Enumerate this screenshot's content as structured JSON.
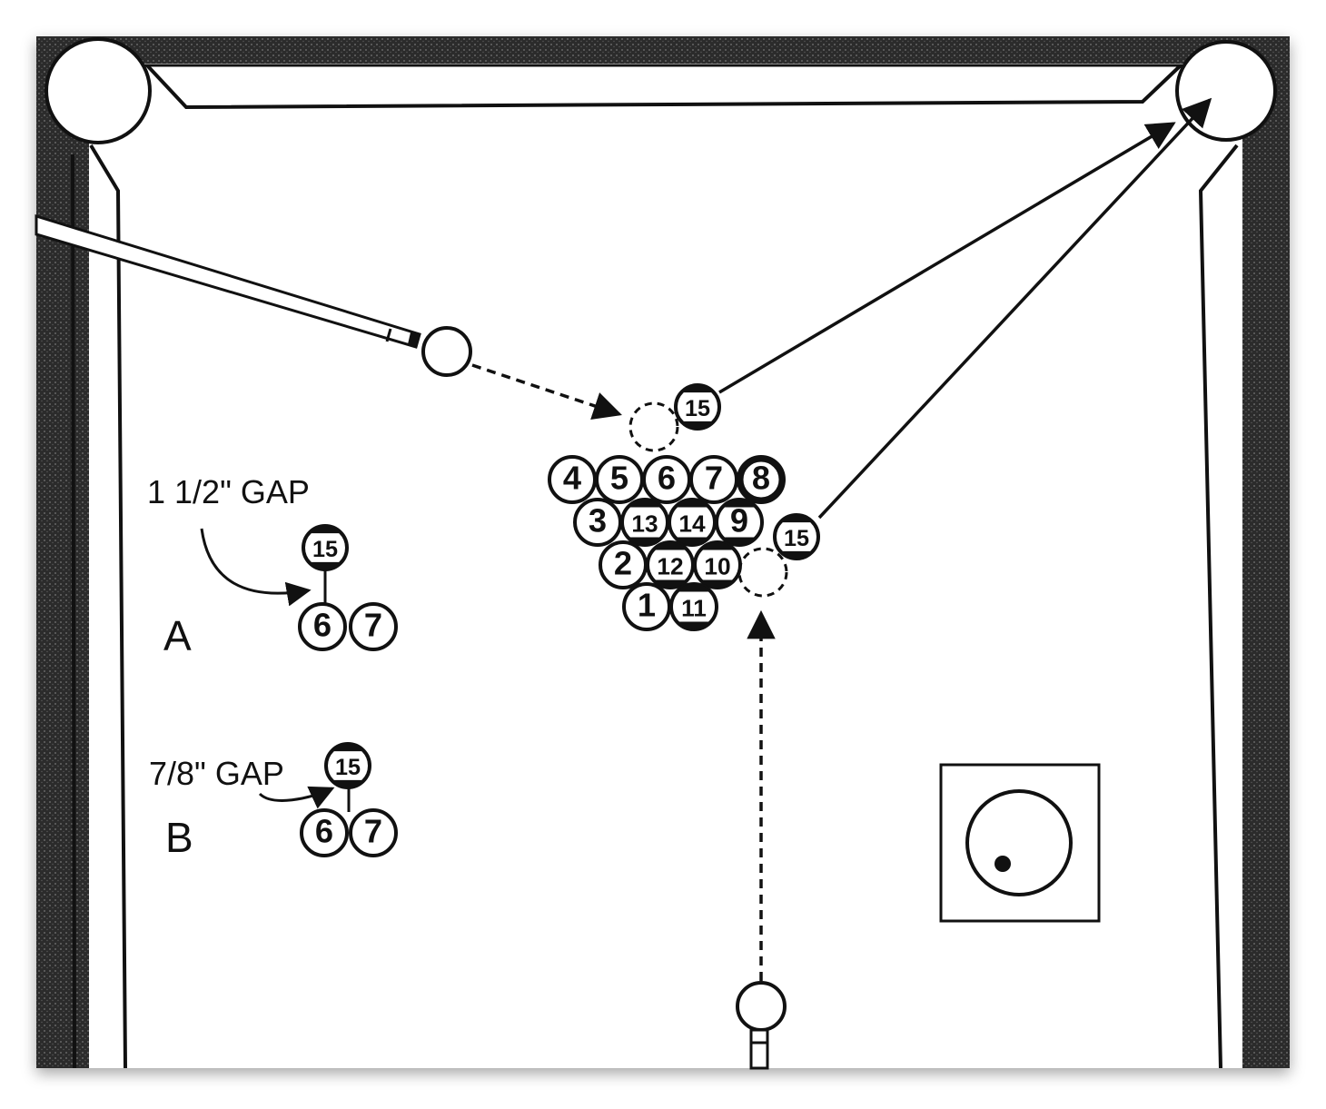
{
  "gap_labels": {
    "a": "1 1/2\" GAP",
    "b": "7/8\" GAP"
  },
  "diagram_labels": {
    "a": "A",
    "b": "B"
  },
  "rack_balls": {
    "row1": [
      "4",
      "5",
      "6",
      "7",
      "8"
    ],
    "row2": [
      "3",
      "13",
      "14",
      "9"
    ],
    "row3": [
      "2",
      "12",
      "10"
    ],
    "row4": [
      "1",
      "11"
    ]
  },
  "loose_balls": {
    "top": "15",
    "right": "15"
  },
  "inset_a": {
    "top": "15",
    "left": "6",
    "right": "7"
  },
  "inset_b": {
    "top": "15",
    "left": "6",
    "right": "7"
  },
  "colors": {
    "rail": "#2a2a2a",
    "line": "#111111",
    "felt": "#ffffff"
  }
}
